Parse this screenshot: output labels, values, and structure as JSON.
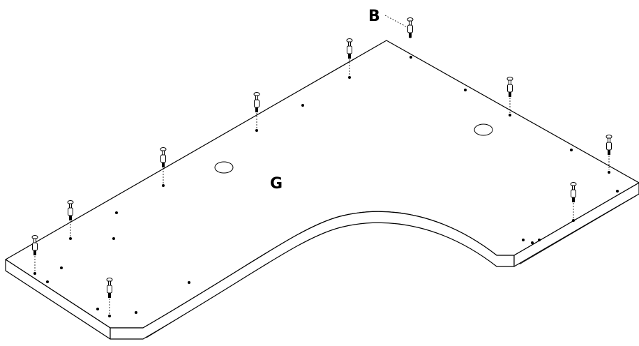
{
  "diagram": {
    "part_labels": {
      "board": "G",
      "cam_bolt": "B"
    },
    "colors": {
      "line": "#000000",
      "surface": "#ffffff"
    },
    "cam_bolt_count": 10,
    "cable_hole_count": 2
  }
}
